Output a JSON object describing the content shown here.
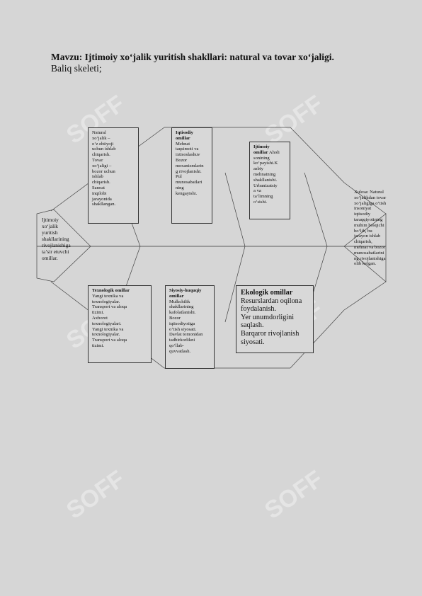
{
  "document": {
    "title": "Mavzu: Ijtimoiy xo‘jalik yuritish shakllari: natural va tovar xo‘jaligi.",
    "subtitle": "Baliq skeleti;"
  },
  "diagram": {
    "head": [
      "Ijtimoiy",
      "xo‘jalik",
      "yuritish",
      "shakllarining",
      "rivojlanishiga",
      "ta’sir etuvchi",
      "omillar."
    ],
    "tail": [
      "Xulosa:  Natural",
      "xo‘jalikdan tovar",
      "xo‘jaligiga o‘tish",
      "insoniyat",
      "iqtisodiy",
      "taraqqiyotining",
      "muhim bosqichi",
      "bo‘lib, bu",
      "jarayon ishlab",
      "chiqarish,",
      "mehnat va bozor",
      "munosabatlarini",
      "ng rivojlanishiga",
      "olib kelgan."
    ],
    "top_boxes": [
      {
        "heading": "",
        "lines": [
          "Natural",
          "xo‘jalik –",
          "o‘z ehtiyoji",
          "uchun ishlab",
          "chiqarish.",
          "Tovar",
          "xo‘jaligi –",
          "bozor uchun",
          "ishlab",
          "chiqarish.",
          "Sanoat",
          "inqilobi",
          "jarayonida",
          "shakllangan."
        ]
      },
      {
        "heading": "Iqtisodiy omillar",
        "lines": [
          "Mehnat",
          "taqsimoti va",
          "ixtisoslashuv",
          "Bozor",
          "mexanizmlarin",
          "g rivojlanishi.",
          "Pul",
          "munosabatlari",
          "ning",
          "kengayishi."
        ]
      },
      {
        "heading": "Ijtimoiy",
        "heading2": "omillar",
        "lines_inline": "Aholi",
        "lines": [
          "sonining",
          "ko‘payishi.K",
          "asbiy",
          "mehnatning",
          "shakllanishi.",
          "Urbanizatsiy",
          "a va",
          "ta’limning",
          "o‘sishi."
        ]
      }
    ],
    "bottom_boxes": [
      {
        "heading": "Texnologik omillar",
        "lines": [
          "Yangi texnika va",
          "texnologiyalar.",
          "Transport va aloqa",
          "tizimi.",
          "Axborot",
          "texnologiyalari.",
          "Yangi texnika va",
          "texnologiyalar.",
          "Transport va aloqa",
          "tizimi."
        ]
      },
      {
        "heading": "Siyosiy-huquqiy omillar",
        "lines": [
          "Mulkchilik",
          "shakllarining",
          "kafolatlanishi.",
          "Bozor",
          "iqtisodiyotiga",
          "o‘tish siyosati.",
          "Davlat tomonidan",
          "tadbirkorlikni",
          "qo‘llab-",
          "quvvatlash."
        ]
      },
      {
        "heading": "Ekologik omillar",
        "lines": [
          "Resurslardan oqilona",
          "foydalanish.",
          "Yer unumdorligini",
          "saqlash.",
          "Barqaror rivojlanish",
          "siyosati."
        ]
      }
    ]
  },
  "watermark": {
    "text": "SOFF"
  }
}
